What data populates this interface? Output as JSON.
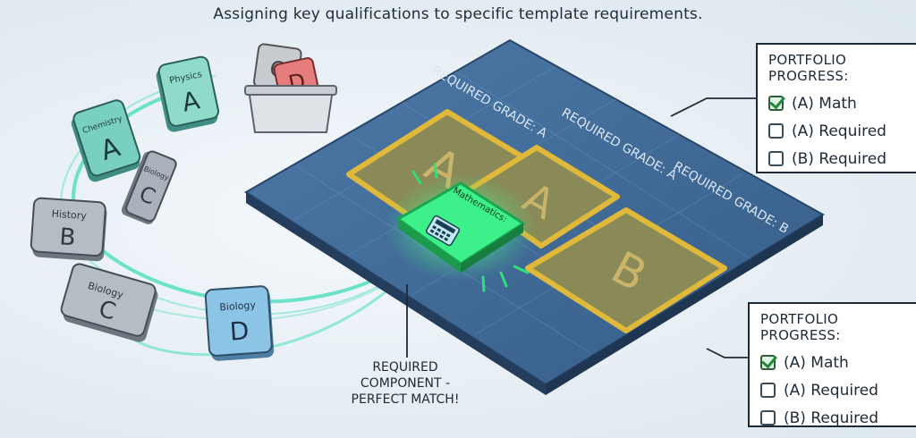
{
  "title": "Assigning key qualifications to specific template requirements.",
  "board": {
    "slots": [
      {
        "label": "REQUIRED GRADE: A",
        "grade": "A"
      },
      {
        "label": "REQUIRED GRADE: A",
        "grade": "A"
      },
      {
        "label": "REQUIRED GRADE: B",
        "grade": "B"
      }
    ],
    "active_card": {
      "subject": "Mathematics:",
      "icon": "calculator-icon"
    }
  },
  "cards": [
    {
      "subject": "Chemistry",
      "grade": "A"
    },
    {
      "subject": "Physics",
      "grade": "A"
    },
    {
      "subject": "Biology",
      "grade": "C"
    },
    {
      "subject": "History",
      "grade": "B"
    },
    {
      "subject": "Biology",
      "grade": "C"
    },
    {
      "subject": "Biology",
      "grade": "D"
    }
  ],
  "bin_cards": [
    "C",
    "D"
  ],
  "legend_top": {
    "heading": "PORTFOLIO PROGRESS:",
    "items": [
      {
        "label": "(A) Math",
        "checked": true
      },
      {
        "label": "(A) Required",
        "checked": false
      },
      {
        "label": "(B) Required",
        "checked": false
      }
    ]
  },
  "legend_bottom": {
    "heading": "PORTFOLIO PROGRESS:",
    "items": [
      {
        "label": "(A) Math",
        "checked": true
      },
      {
        "label": "(A) Required",
        "checked": false
      },
      {
        "label": "(B) Required",
        "checked": false
      }
    ]
  },
  "callout": {
    "line1": "REQUIRED",
    "line2": "COMPONENT -",
    "line3": "PERFECT MATCH!"
  },
  "colors": {
    "board": "#3f6a98",
    "slot_gold": "#d9b13a",
    "glow_green": "#39e07a",
    "card_teal": "#79d0c0",
    "card_gray": "#a9b2bb",
    "card_blue": "#8cc4e6"
  }
}
